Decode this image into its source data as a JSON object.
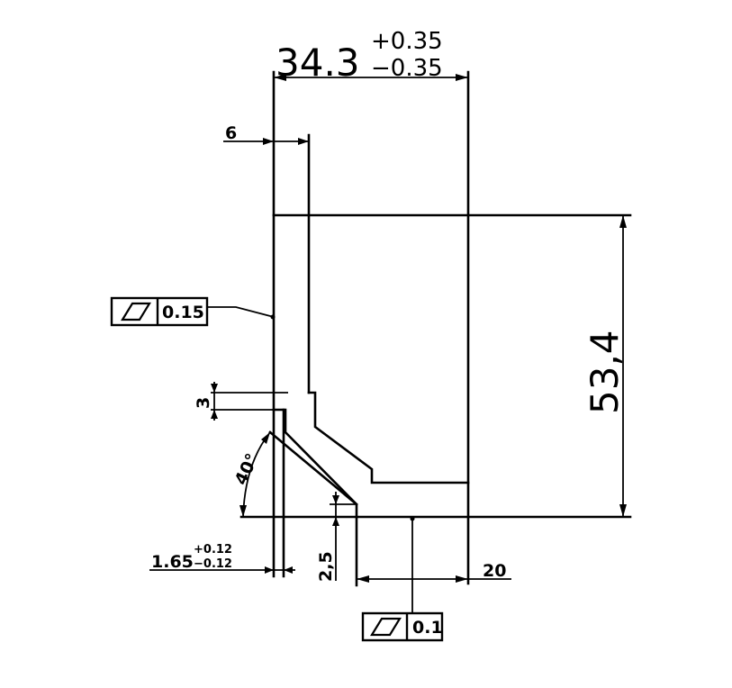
{
  "dimensions": {
    "width_nominal": "34.3",
    "width_upper_tol": "+0.35",
    "width_lower_tol": "−0.35",
    "wall_thickness": "6",
    "height": "53,4",
    "step_height": "3",
    "chamfer_angle": "40°",
    "gap_nominal": "1.65",
    "gap_upper_tol": "+0.12",
    "gap_lower_tol": "−0.12",
    "lip_depth": "2,5",
    "base_length": "20"
  },
  "tolerances": {
    "flatness_symbol": "flatness-icon",
    "flatness_left_value": "0.15",
    "flatness_bottom_value": "0.1"
  }
}
